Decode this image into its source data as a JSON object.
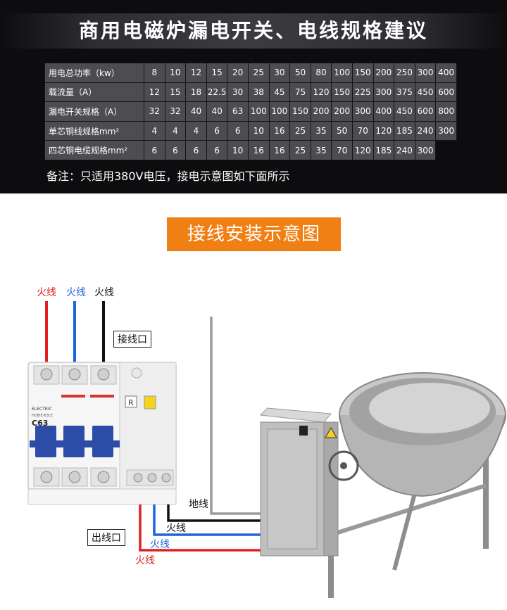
{
  "title": "商用电磁炉漏电开关、电线规格建议",
  "table": {
    "rows": [
      {
        "label": "用电总功率（kw）",
        "values": [
          "8",
          "10",
          "12",
          "15",
          "20",
          "25",
          "30",
          "50",
          "80",
          "100",
          "150",
          "200",
          "250",
          "300",
          "400"
        ]
      },
      {
        "label": "载流量（A）",
        "values": [
          "12",
          "15",
          "18",
          "22.5",
          "30",
          "38",
          "45",
          "75",
          "120",
          "150",
          "225",
          "300",
          "375",
          "450",
          "600"
        ]
      },
      {
        "label": "漏电开关规格（A）",
        "values": [
          "32",
          "32",
          "40",
          "40",
          "63",
          "100",
          "100",
          "150",
          "200",
          "200",
          "300",
          "400",
          "450",
          "600",
          "800"
        ]
      },
      {
        "label": "单芯铜线规格mm²",
        "values": [
          "4",
          "4",
          "4",
          "6",
          "6",
          "10",
          "16",
          "25",
          "35",
          "50",
          "70",
          "120",
          "185",
          "240",
          "300"
        ]
      },
      {
        "label": "四芯铜电缆规格mm²",
        "values": [
          "6",
          "6",
          "6",
          "6",
          "10",
          "16",
          "16",
          "25",
          "35",
          "70",
          "120",
          "185",
          "240",
          "300",
          ""
        ]
      }
    ]
  },
  "note": "备注：只适用380V电压，接电示意图如下面所示",
  "banner": "接线安装示意图",
  "labels": {
    "live_red_top": "火线",
    "live_blue_top": "火线",
    "live_black_top": "火线",
    "input_port": "接线口",
    "output_port": "出线口",
    "ground": "地线",
    "live_black_bottom": "火线",
    "live_blue_bottom": "火线",
    "live_red_bottom": "火线"
  },
  "breaker": {
    "brand": "ELECTRIC",
    "model": "HOBIE-63LE",
    "rating": "C63",
    "test_button": "R"
  },
  "colors": {
    "panel_bg": "#0d0d0f",
    "cell_bg": "#4d4d51",
    "banner_bg": "#f07f14",
    "wire_red": "#e02020",
    "wire_blue": "#1f63dd",
    "wire_black": "#111111",
    "wire_ground": "#9a9a9a",
    "breaker_blue": "#2b4da8",
    "test_yellow": "#f5d21c"
  }
}
